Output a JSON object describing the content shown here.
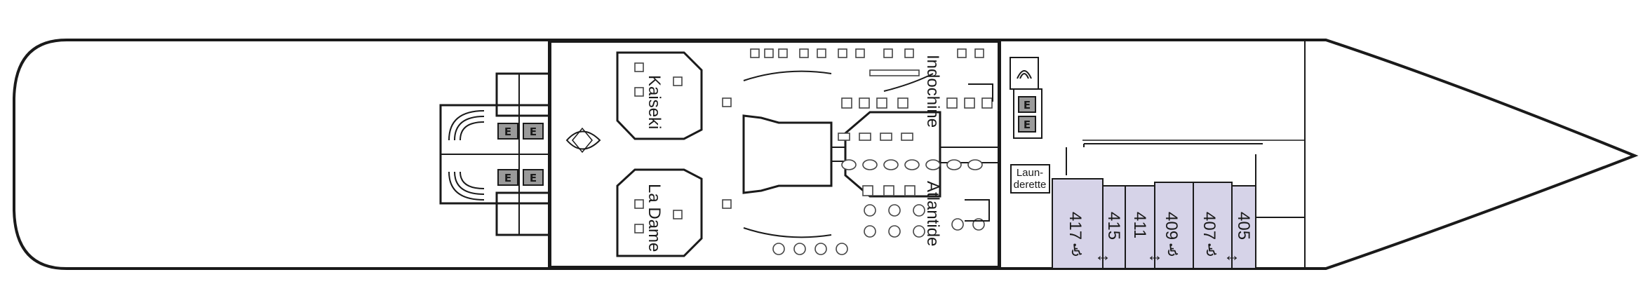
{
  "venues": {
    "kaiseki": "Kaiseki",
    "la_dame": "La Dame",
    "indochine": "Indochine",
    "atlantide": "Atlantide",
    "launderette_line1": "Laun-",
    "launderette_line2": "derette"
  },
  "elevator_letter": "E",
  "cabins": [
    {
      "number": "417",
      "accessible": true,
      "connecting": true
    },
    {
      "number": "415",
      "accessible": false,
      "connecting": true
    },
    {
      "number": "411",
      "accessible": false,
      "connecting": true
    },
    {
      "number": "409",
      "accessible": true,
      "connecting": true
    },
    {
      "number": "407",
      "accessible": true,
      "connecting": true
    },
    {
      "number": "405",
      "accessible": false,
      "connecting": true
    }
  ],
  "symbols": {
    "accessible": "♿",
    "connecting": "↔"
  },
  "colors": {
    "cabin_fill": "#d6d3e8",
    "elevator_fill": "#9a9a9a",
    "outline": "#1a1a1a"
  }
}
